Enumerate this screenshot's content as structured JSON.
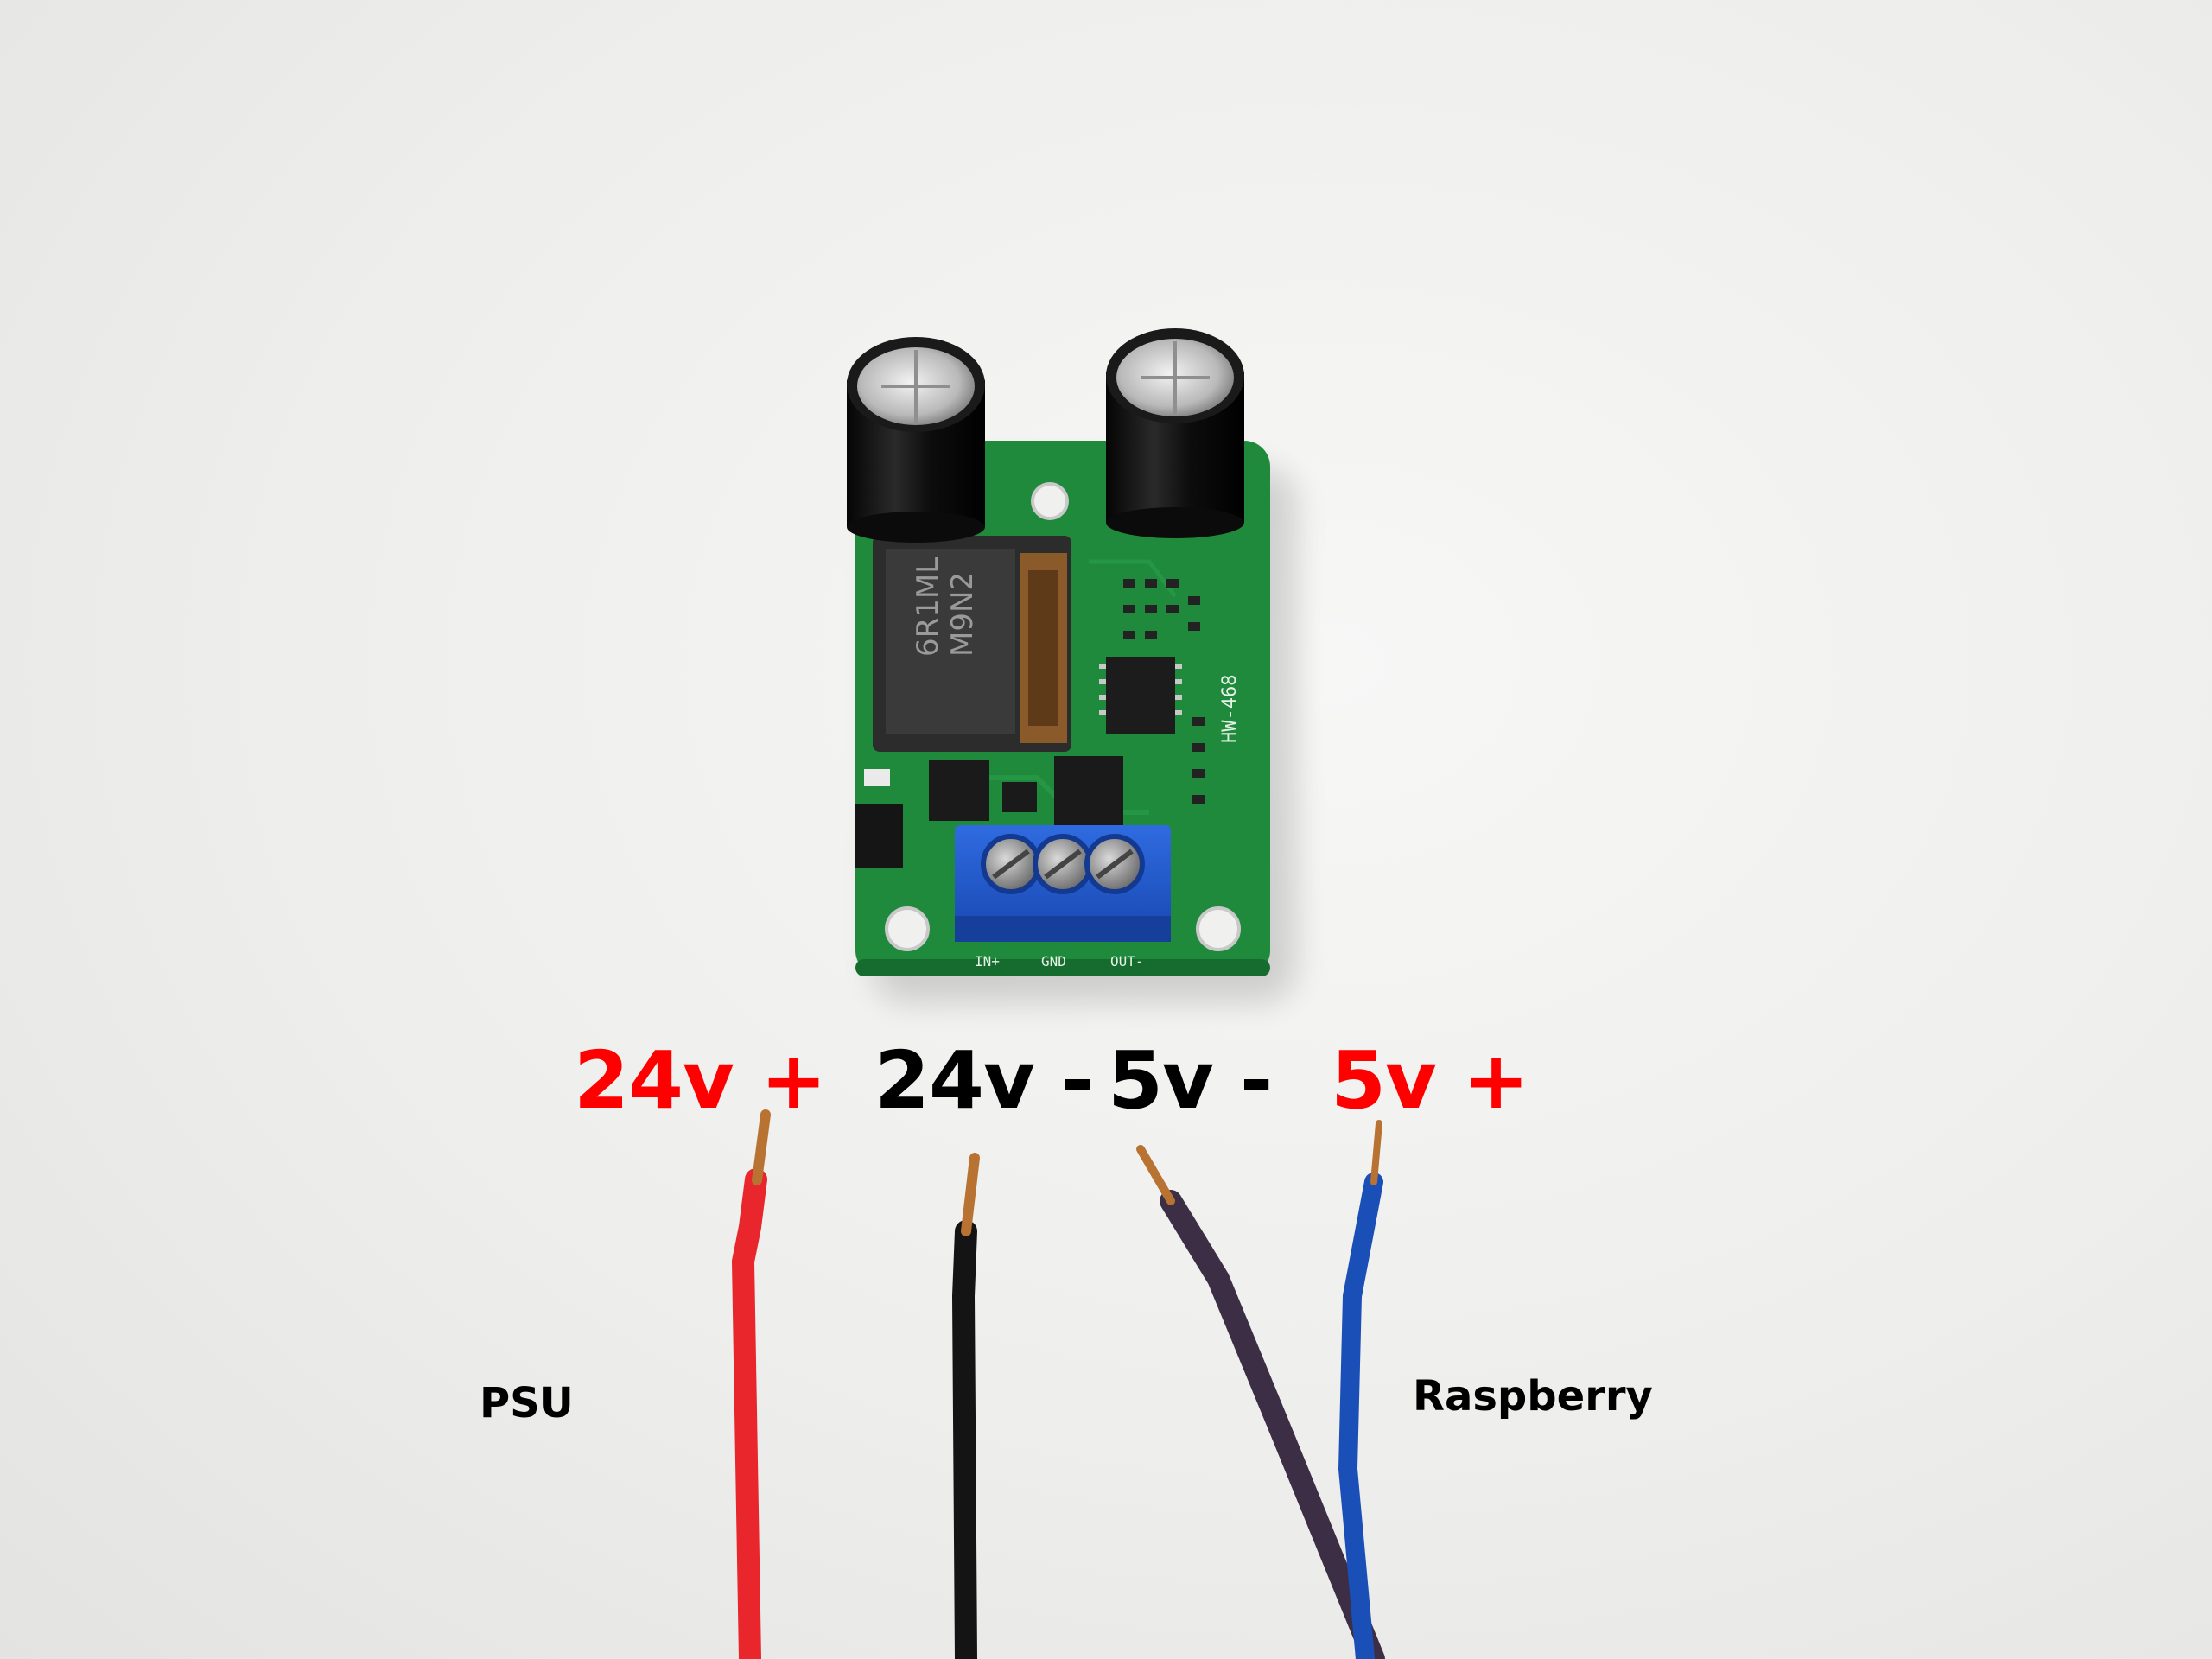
{
  "wire_labels": [
    {
      "text": "24v +",
      "color": "#ff0000"
    },
    {
      "text": "24v -",
      "color": "#000000"
    },
    {
      "text": "5v -",
      "color": "#000000"
    },
    {
      "text": "5v +",
      "color": "#ff0000"
    }
  ],
  "group_labels": {
    "left": "PSU",
    "right": "Raspberry"
  },
  "board": {
    "silkscreen": {
      "model": "HW-468",
      "inductor": "6R1ML",
      "inductor_code": "M9N2",
      "terminal_in": "IN+",
      "terminal_gnd": "GND",
      "terminal_out": "OUT-"
    }
  },
  "colors": {
    "pcb": "#1f8a3c",
    "terminal": "#1e56c8",
    "wire_red": "#e8262b",
    "wire_black": "#141414",
    "wire_purple": "#3c2f45",
    "wire_blue": "#1b4fb8"
  }
}
